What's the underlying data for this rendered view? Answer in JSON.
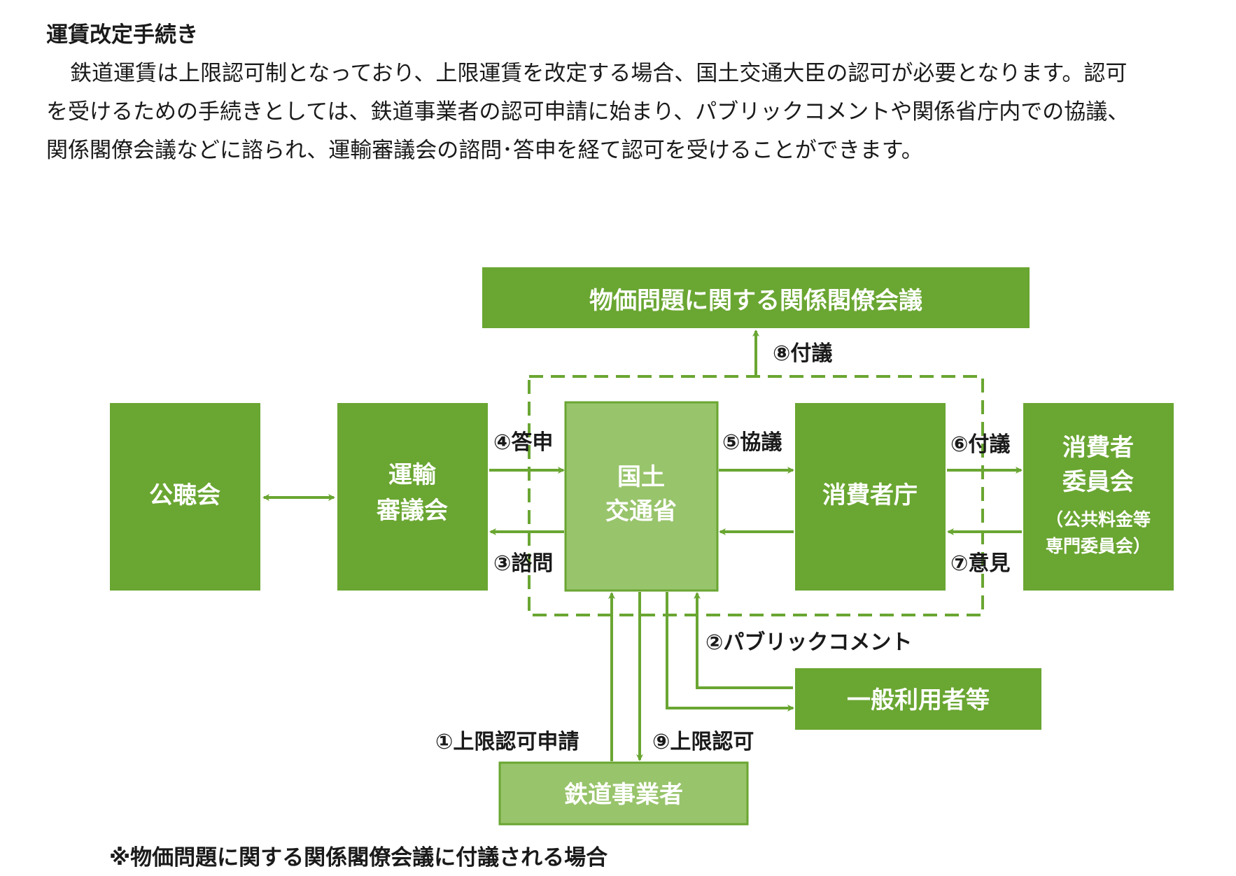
{
  "heading": "運賃改定手続き",
  "paragraph": {
    "line1": "鉄道運賃は上限認可制となっており、上限運賃を改定する場合、国土交通大臣の認可が必要となります。認可",
    "line2": "を受けるための手続きとしては、鉄道事業者の認可申請に始まり、パブリックコメントや関係省庁内での協議、",
    "line3": "関係閣僚会議などに諮られ、運輸審議会の諮問･答申を経て認可を受けることができます。"
  },
  "boxes": {
    "cabinet": "物価問題に関する関係閣僚会議",
    "hearing": "公聴会",
    "council_line1": "運輸",
    "council_line2": "審議会",
    "mlit_line1": "国土",
    "mlit_line2": "交通省",
    "caa": "消費者庁",
    "consumer_line1": "消費者",
    "consumer_line2": "委員会",
    "consumer_sub1": "（公共料金等",
    "consumer_sub2": "専門委員会）",
    "public": "一般利用者等",
    "operator": "鉄道事業者"
  },
  "steps": {
    "s1": "①上限認可申請",
    "s2": "②パブリックコメント",
    "s3": "③諮問",
    "s4": "④答申",
    "s5": "⑤協議",
    "s6": "⑥付議",
    "s7": "⑦意見",
    "s8": "⑧付議",
    "s9": "⑨上限認可"
  },
  "note": "※物価問題に関する関係閣僚会議に付議される場合",
  "colors": {
    "box_dark": "#6aa632",
    "box_light": "#98c46b",
    "arrow": "#6aa632",
    "text_on_box": "#ffffff"
  }
}
